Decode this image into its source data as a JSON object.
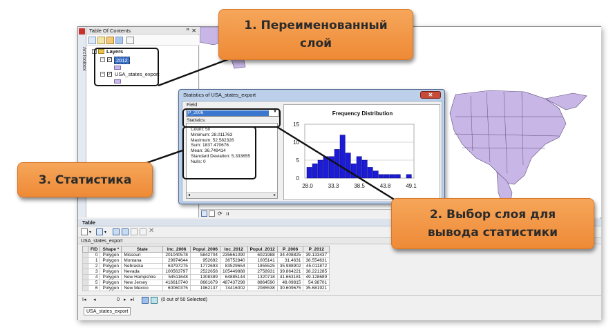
{
  "arctoolbox_label": "ArcToolbox",
  "toc": {
    "title": "Table Of Contents",
    "pin": "ꟸ",
    "close": "✕",
    "layers_label": "Layers",
    "layer1": "2012",
    "layer2": "USA_states_export"
  },
  "stats_dialog": {
    "title": "Statistics of USA_states_export",
    "field_label": "Field",
    "field_value": "P_2006",
    "statistics_label": "Statistics:",
    "lines": [
      "Count:    50",
      "Minimum:  28.011763",
      "Maximum: 52.582326",
      "Sum:       1837.470676",
      "Mean:     36.749414",
      "Standard Deviation: 5.333655",
      "Nulls:      0"
    ]
  },
  "chart_data": {
    "type": "bar",
    "title": "Frequency Distribution",
    "x_tick_labels": [
      "28.0",
      "33.3",
      "38.5",
      "43.8",
      "49.1"
    ],
    "y_tick_labels": [
      "0",
      "5",
      "10",
      "15"
    ],
    "ylim": [
      0,
      15
    ],
    "values": [
      3,
      4,
      5,
      6,
      6,
      8,
      12,
      7,
      4,
      6,
      5,
      3,
      2,
      1,
      1,
      1,
      1,
      0,
      1
    ]
  },
  "table": {
    "title": "Table",
    "tab_name": "USA_states_export",
    "columns": [
      "FID",
      "Shape *",
      "State",
      "Inc_2006",
      "Popul_2006",
      "Inc_2012",
      "Popul_2012",
      "P_2006",
      "P_2012"
    ],
    "rows": [
      [
        "0",
        "Polygon",
        "Missouri",
        "201040578",
        "5842704",
        "235661090",
        "6021988",
        "34.408825",
        "39.133437"
      ],
      [
        "1",
        "Polygon",
        "Montana",
        "29974644",
        "952692",
        "36752840",
        "1005141",
        "31.4631",
        "38.554631"
      ],
      [
        "2",
        "Polygon",
        "Nebraska",
        "63797275",
        "1772693",
        "83529654",
        "1855525",
        "35.988902",
        "45.011872"
      ],
      [
        "3",
        "Polygon",
        "Nevada",
        "100563797",
        "2522658",
        "105449888",
        "2758931",
        "39.864221",
        "38.221285"
      ],
      [
        "4",
        "Polygon",
        "New Hampshire",
        "54511648",
        "1308389",
        "64885144",
        "1320718",
        "41.663181",
        "49.128689"
      ],
      [
        "5",
        "Polygon",
        "New Jersey",
        "416610740",
        "8661679",
        "487437298",
        "8864590",
        "48.09815",
        "54.98701"
      ],
      [
        "6",
        "Polygon",
        "New Mexico",
        "60060375",
        "1962137",
        "74416002",
        "2085538",
        "30.609675",
        "35.681921"
      ]
    ],
    "nav_position": "0",
    "selection_status": "(0 out of 50 Selected)",
    "bottom_tab": "USA_states_export"
  },
  "callouts": {
    "c1_line1": "1. Переименованный",
    "c1_line2": "слой",
    "c2_line1": "2. Выбор слоя для",
    "c2_line2": "вывода статистики",
    "c3": "3. Статистика"
  },
  "colors": {
    "callout": "#f39a4a",
    "map_states": "#c8b6e6",
    "histogram_bars": "#1b1bd8"
  }
}
